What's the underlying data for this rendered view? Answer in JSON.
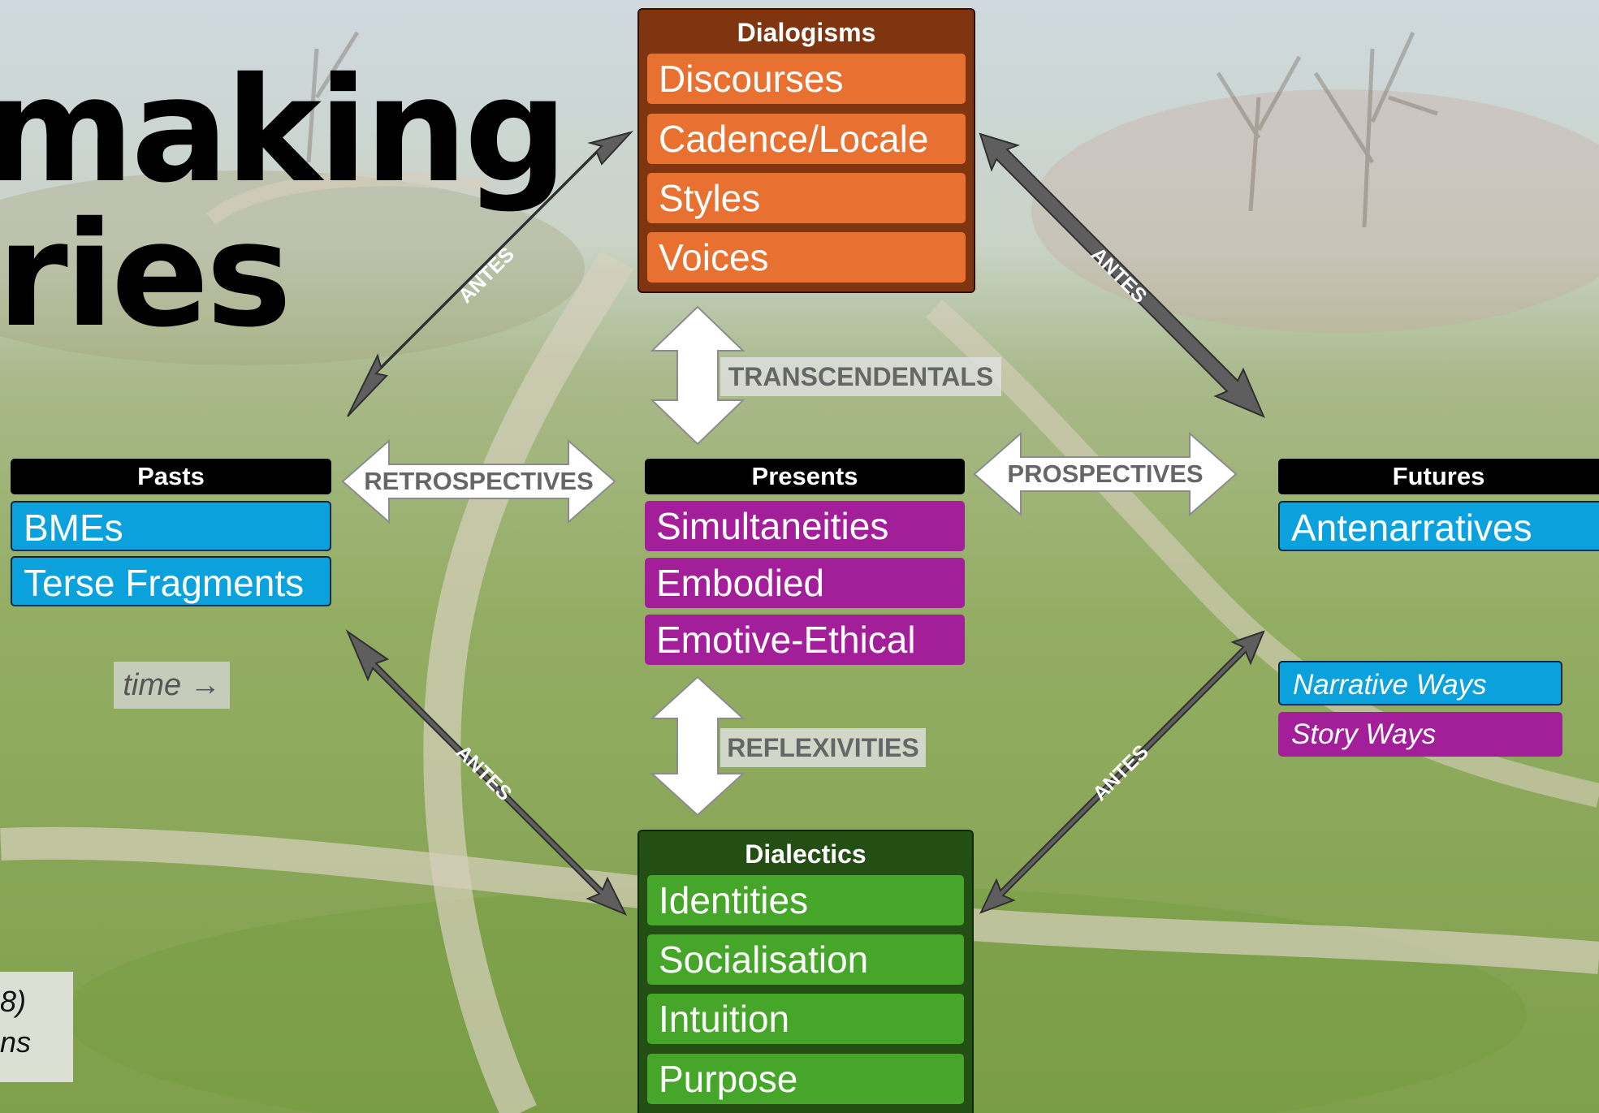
{
  "title": {
    "line1": "making",
    "line2": "ries"
  },
  "citation": {
    "line1": "8)",
    "line2": "ns"
  },
  "time_label": "time →",
  "dialogisms": {
    "header": "Dialogisms",
    "items": [
      "Discourses",
      "Cadence/Locale",
      "Styles",
      "Voices"
    ]
  },
  "presents": {
    "header": "Presents",
    "items": [
      "Simultaneities",
      "Embodied",
      "Emotive-Ethical"
    ]
  },
  "dialectics": {
    "header": "Dialectics",
    "items": [
      "Identities",
      "Socialisation",
      "Intuition",
      "Purpose"
    ]
  },
  "pasts": {
    "header": "Pasts",
    "items": [
      "BMEs",
      "Terse Fragments"
    ]
  },
  "futures": {
    "header": "Futures",
    "items": [
      "Antenarratives"
    ]
  },
  "legend": {
    "items": [
      "Narrative Ways",
      "Story Ways"
    ]
  },
  "arrows": {
    "transcendentals": "TRANSCENDENTALS",
    "reflexivities": "REFLEXIVITIES",
    "retrospectives": "RETROSPECTIVES",
    "prospectives": "PROSPECTIVES",
    "antes": "ANTES"
  },
  "colors": {
    "dialogisms_frame": "#7e3510",
    "dialogisms_item": "#e87030",
    "presents_item": "#a31f9a",
    "dialectics_frame": "#234f14",
    "dialectics_item": "#46a62a",
    "blue_item": "#0ba1dd",
    "header_black": "#000000",
    "antes_arrow": "#5e5e5e"
  }
}
